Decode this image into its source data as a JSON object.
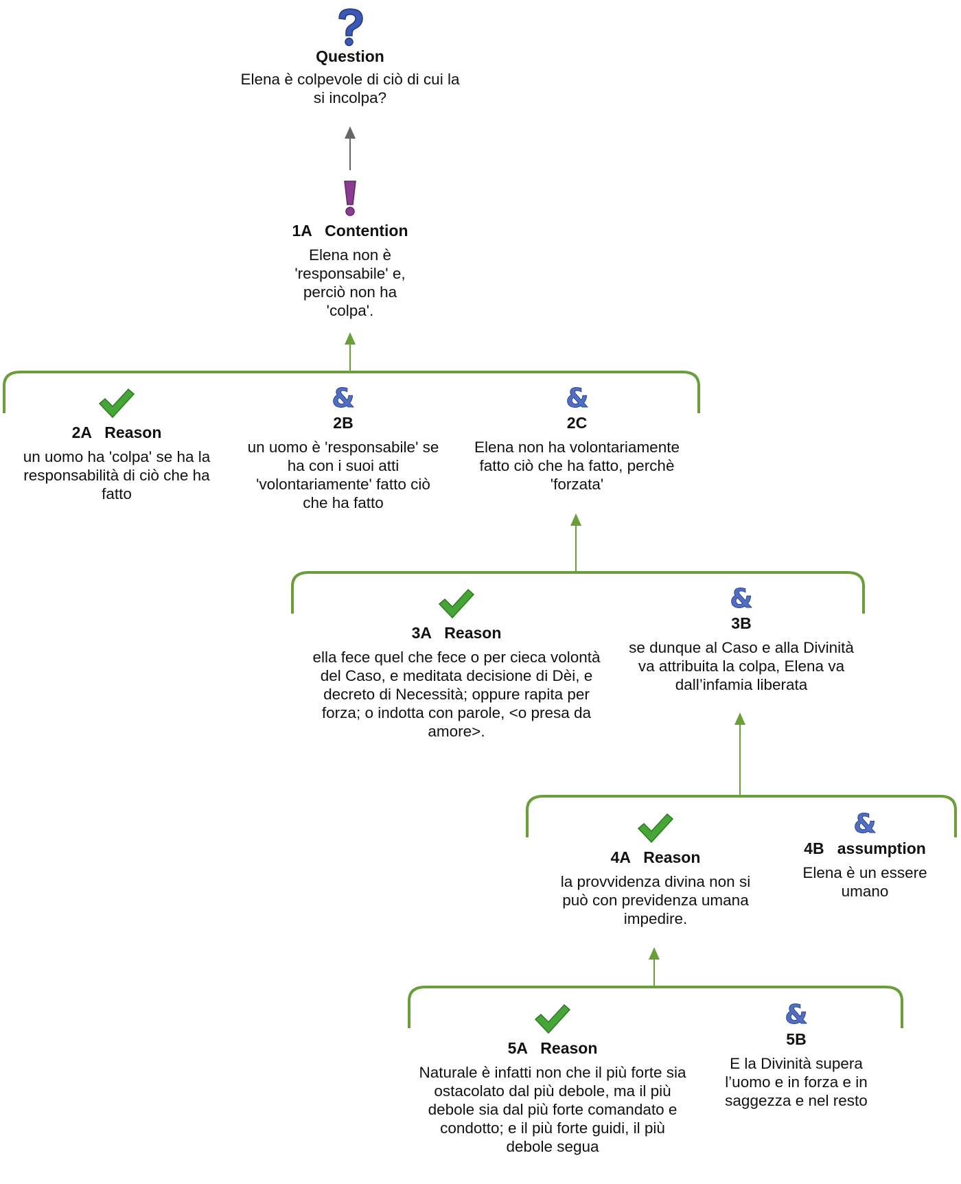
{
  "colors": {
    "bracket": "#6a9e3a",
    "plain_arrow": "#666666",
    "question_icon": "#3a58b4",
    "contention_icon": "#8a3c92",
    "check_icon": "#45a536",
    "ampersand_icon": "#4f6ec4"
  },
  "question": {
    "icon": "question-mark-icon",
    "heading": "Question",
    "text": "Elena è colpevole di ciò di cui la si incolpa?"
  },
  "contention": {
    "icon": "exclamation-mark-icon",
    "heading": "1A   Contention",
    "text": "Elena non è 'responsabile' e, perciò non ha 'colpa'."
  },
  "nodes": {
    "n2A": {
      "icon": "check-icon",
      "heading": "2A   Reason",
      "text": "un uomo ha 'colpa' se ha la responsabilità di ciò che ha fatto"
    },
    "n2B": {
      "icon": "ampersand-icon",
      "heading": "2B",
      "text": "un uomo è 'responsabile' se ha con i suoi atti 'volontariamente' fatto ciò che ha fatto"
    },
    "n2C": {
      "icon": "ampersand-icon",
      "heading": "2C",
      "text": "Elena non ha volontariamente fatto ciò che ha fatto, perchè 'forzata'"
    },
    "n3A": {
      "icon": "check-icon",
      "heading": "3A   Reason",
      "text": "ella fece quel che fece o per cieca volontà del Caso, e meditata decisione di Dèi, e decreto di Necessità; oppure rapita per forza; o indotta con parole, <o presa da amore>."
    },
    "n3B": {
      "icon": "ampersand-icon",
      "heading": "3B",
      "text": "se dunque al Caso e alla Divinità va attribuita la colpa, Elena va dall’infamia liberata"
    },
    "n4A": {
      "icon": "check-icon",
      "heading": "4A   Reason",
      "text": "la provvidenza divina non si può con previdenza umana impedire."
    },
    "n4B": {
      "icon": "ampersand-icon",
      "heading": "4B   assumption",
      "text": "Elena è un essere umano"
    },
    "n5A": {
      "icon": "check-icon",
      "heading": "5A   Reason",
      "text": "Naturale è infatti non che il più forte sia ostacolato dal più debole, ma il più debole sia dal più forte comandato e condotto; e il più forte guidi, il più debole segua"
    },
    "n5B": {
      "icon": "ampersand-icon",
      "heading": "5B",
      "text": "E la Divinità supera l’uomo e in forza e in saggezza e nel resto"
    }
  }
}
